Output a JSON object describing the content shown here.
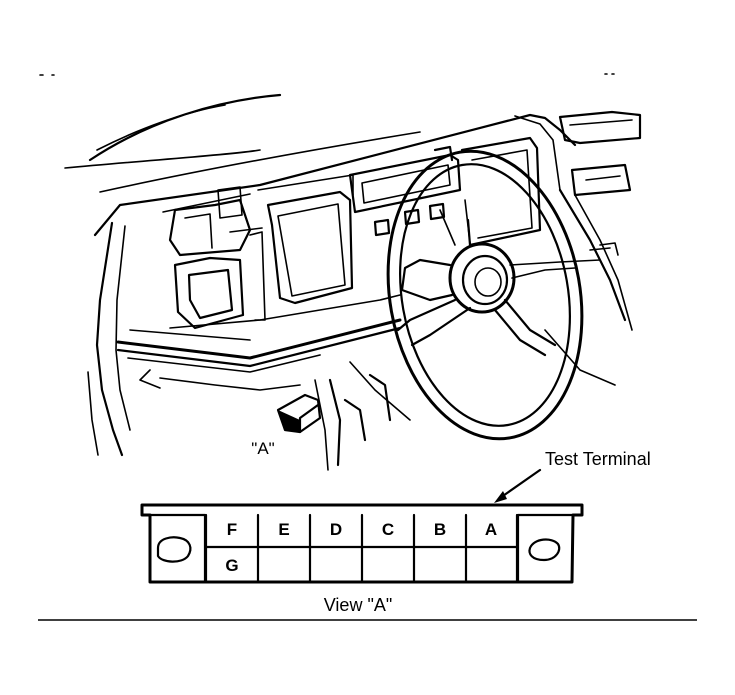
{
  "labels": {
    "view_marker": "\"A\"",
    "test_terminal": "Test Terminal",
    "view_caption": "View \"A\""
  },
  "connector": {
    "top_row": [
      "F",
      "E",
      "D",
      "C",
      "B",
      "A"
    ],
    "bottom_row": [
      "G",
      "",
      "",
      "",
      "",
      ""
    ]
  }
}
